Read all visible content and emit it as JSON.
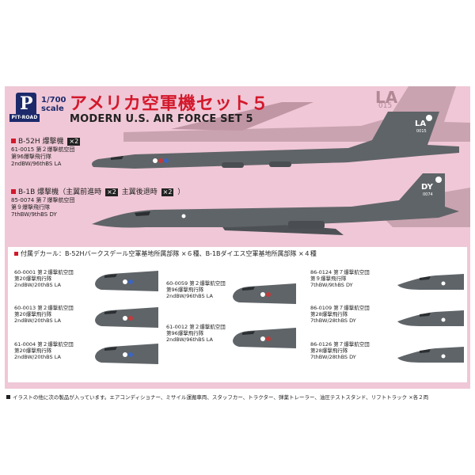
{
  "header": {
    "logo_letter": "P",
    "logo_code": "PIT-ROAD",
    "scale_ratio": "1/700",
    "scale_word": "scale",
    "title_jp": "アメリカ空軍機セット５",
    "title_en": "MODERN U.S. AIR FORCE SET 5"
  },
  "aircraft": [
    {
      "heading": "B-52H 爆撃機",
      "qty": "×2",
      "caption": [
        "61-0015 第２爆撃航空団",
        "第96爆撃飛行隊",
        "2ndBW/96thBS LA"
      ],
      "tail_code": "LA",
      "tail_serial": "0015"
    },
    {
      "heading": "B-1B 爆撃機（主翼前進時",
      "qty": "×2",
      "heading2": "主翼後退時",
      "qty2": "×2",
      "heading_end": "）",
      "caption": [
        "85-0074 第７爆撃航空団",
        "第９爆撃飛行隊",
        "7thBW/9thBS DY"
      ],
      "tail_code": "DY",
      "tail_serial": "0074"
    }
  ],
  "background_tail": {
    "code": "LA",
    "serial": "015"
  },
  "decals": {
    "title": "付属デカール：B-52Hバークスデール空軍基地所属部隊 ×６種、B-1Bダイエス空軍基地所属部隊 ×４種",
    "items": [
      [
        "60-0001 第２爆撃航空団",
        "第20爆撃飛行隊",
        "2ndBW/20thBS LA"
      ],
      [
        "60-0013 第２爆撃航空団",
        "第20爆撃飛行隊",
        "2ndBW/20thBS LA"
      ],
      [
        "61-0004 第２爆撃航空団",
        "第20爆撃飛行隊",
        "2ndBW/20thBS LA"
      ],
      [
        "60-0059 第２爆撃航空団",
        "第96爆撃飛行隊",
        "2ndBW/96thBS LA"
      ],
      [
        "61-0012 第２爆撃航空団",
        "第96爆撃飛行隊",
        "2ndBW/96thBS LA"
      ],
      [
        "86-0124 第７爆撃航空団",
        "第９爆撃飛行隊",
        "7thBW/9thBS DY"
      ],
      [
        "86-0109 第７爆撃航空団",
        "第28爆撃飛行隊",
        "7thBW/28thBS DY"
      ],
      [
        "86-0126 第７爆撃航空団",
        "第28爆撃飛行隊",
        "7thBW/28thBS DY"
      ]
    ]
  },
  "footer": "イラストの他に次の製品が入っています。エアコンディショナー、ミサイル運搬車両、スタッフカー、トラクター、弾薬トレーラー、油圧テストスタンド、リフトトラック ×各２両",
  "colors": {
    "panel": "#f0c7d6",
    "accent": "#d3182b",
    "navy": "#1c2a6b",
    "aircraft": "#5f6468"
  }
}
